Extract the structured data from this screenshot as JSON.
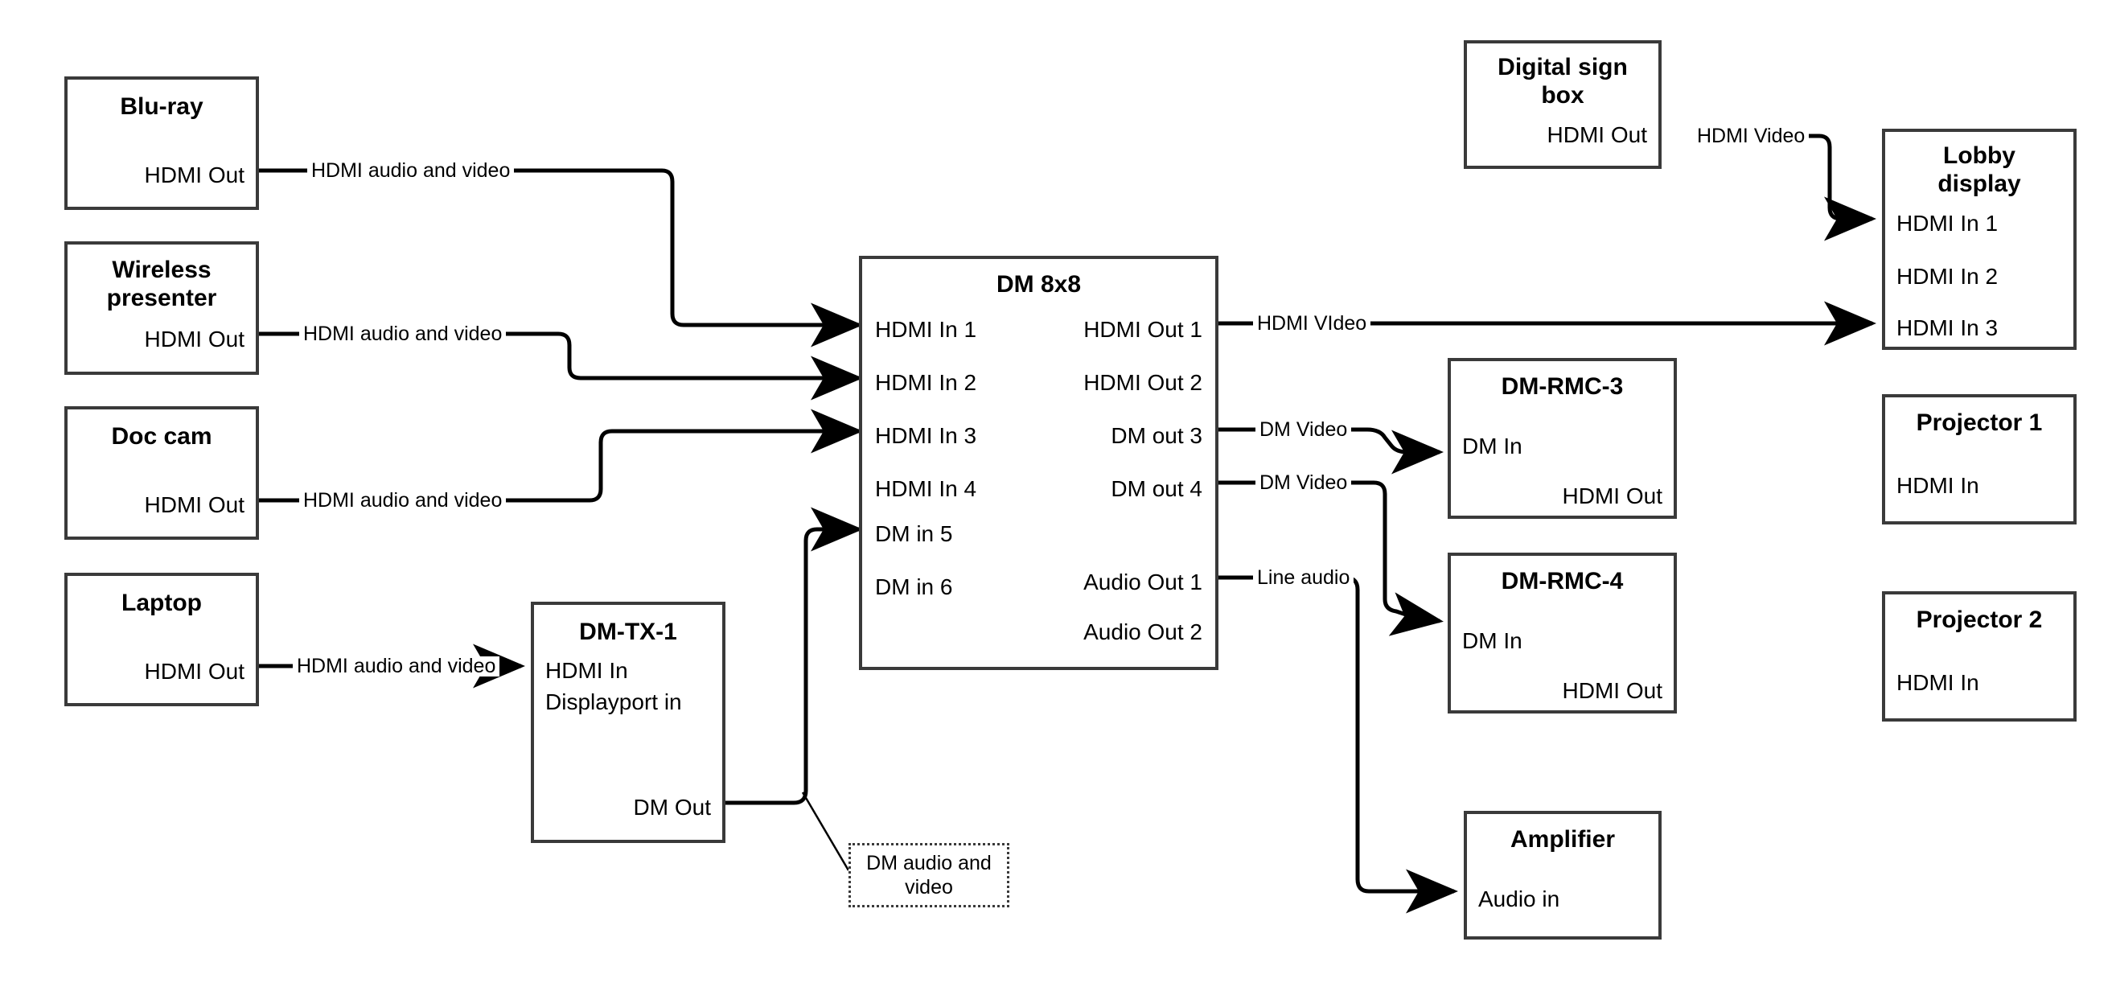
{
  "diagram": {
    "title": "AV signal flow diagram",
    "stroke_color": "#3a3a3a",
    "wire_color": "#000000",
    "background": "#ffffff"
  },
  "nodes": {
    "bluray": {
      "title": "Blu-ray",
      "ports": [
        {
          "label": "HDMI Out",
          "align": "r"
        }
      ]
    },
    "wireless": {
      "title": "Wireless\npresenter",
      "title_line1": "Wireless",
      "title_line2": "presenter",
      "ports": [
        {
          "label": "HDMI Out",
          "align": "r"
        }
      ]
    },
    "doccam": {
      "title": "Doc cam",
      "ports": [
        {
          "label": "HDMI Out",
          "align": "r"
        }
      ]
    },
    "laptop": {
      "title": "Laptop",
      "ports": [
        {
          "label": "HDMI Out",
          "align": "r"
        }
      ]
    },
    "dmtx1": {
      "title": "DM-TX-1",
      "ports": [
        {
          "label": "HDMI In",
          "align": "l"
        },
        {
          "label": "Displayport in",
          "align": "l"
        },
        {
          "label": "DM Out",
          "align": "r"
        }
      ]
    },
    "dm8x8": {
      "title": "DM 8x8",
      "inputs": [
        "HDMI In 1",
        "HDMI In 2",
        "HDMI In 3",
        "HDMI In 4",
        "DM in 5",
        "DM in 6"
      ],
      "outputs": [
        "HDMI Out 1",
        "HDMI Out 2",
        "DM out 3",
        "DM out 4",
        "Audio Out 1",
        "Audio Out 2"
      ]
    },
    "signbox": {
      "title_line1": "Digital sign",
      "title_line2": "box",
      "ports": [
        {
          "label": "HDMI Out",
          "align": "r"
        }
      ]
    },
    "lobby": {
      "title_line1": "Lobby",
      "title_line2": "display",
      "ports": [
        {
          "label": "HDMI In 1",
          "align": "l"
        },
        {
          "label": "HDMI In 2",
          "align": "l"
        },
        {
          "label": "HDMI In 3",
          "align": "l"
        }
      ]
    },
    "rmc3": {
      "title": "DM-RMC-3",
      "ports": [
        {
          "label": "DM In",
          "align": "l"
        },
        {
          "label": "HDMI Out",
          "align": "r"
        }
      ]
    },
    "rmc4": {
      "title": "DM-RMC-4",
      "ports": [
        {
          "label": "DM In",
          "align": "l"
        },
        {
          "label": "HDMI Out",
          "align": "r"
        }
      ]
    },
    "proj1": {
      "title": "Projector 1",
      "ports": [
        {
          "label": "HDMI In",
          "align": "l"
        }
      ]
    },
    "proj2": {
      "title": "Projector 2",
      "ports": [
        {
          "label": "HDMI In",
          "align": "l"
        }
      ]
    },
    "amplifier": {
      "title": "Amplifier",
      "ports": [
        {
          "label": "Audio in",
          "align": "l"
        }
      ]
    }
  },
  "callout": {
    "text": "DM audio and video"
  },
  "wire_labels": {
    "bluray_to_dm": "HDMI audio and video",
    "wireless_to_dm": "HDMI audio and video",
    "doccam_to_dm": "HDMI audio and video",
    "laptop_to_tx": "HDMI audio and video",
    "signbox_to_lobby": "HDMI Video",
    "hdmiout1_to_lobby": "HDMI VIdeo",
    "dmout3_to_rmc3": "DM Video",
    "dmout4_to_rmc4": "DM Video",
    "audioout1_to_amp": "Line audio"
  }
}
